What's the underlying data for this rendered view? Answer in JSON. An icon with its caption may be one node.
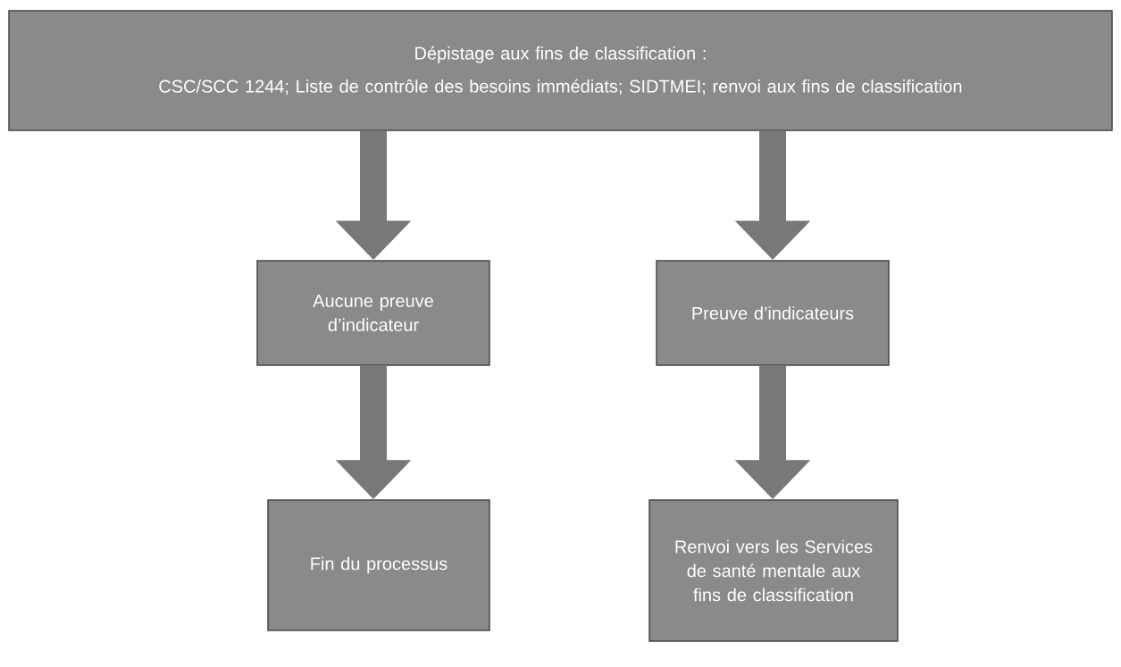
{
  "diagram": {
    "nodes": [
      {
        "text": [
          "Dépistage aux fins de classification :",
          "CSC/SCC 1244; Liste de contrôle des besoins immédiats; SIDTMEI; renvoi aux fins de classification"
        ]
      },
      {
        "text": [
          "Aucune preuve d’indicateur"
        ]
      },
      {
        "text": [
          "Preuve d’indicateurs"
        ]
      },
      {
        "text": [
          "Fin du processus"
        ]
      },
      {
        "text": [
          "Renvoi vers les Services de santé mentale aux fins de classification"
        ]
      }
    ],
    "edges": [
      {
        "from": 0,
        "to": 1,
        "arrow": "to"
      },
      {
        "from": 0,
        "to": 2,
        "arrow": "to"
      },
      {
        "from": 1,
        "to": 3,
        "arrow": "to"
      },
      {
        "from": 2,
        "to": 4,
        "arrow": "to"
      }
    ]
  }
}
